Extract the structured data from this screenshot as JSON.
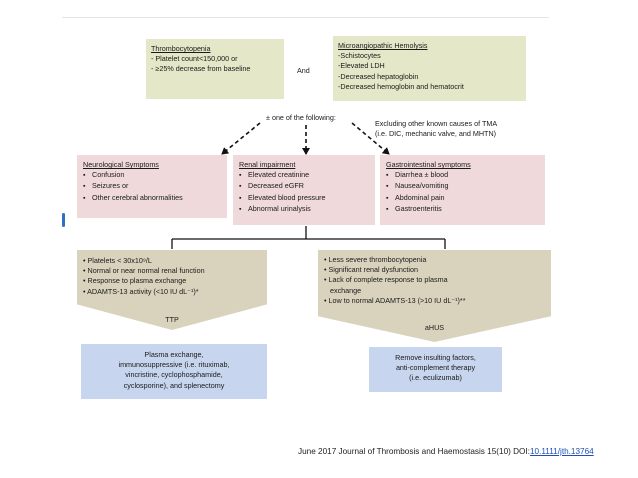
{
  "box_thrombocytopenia": {
    "title": "Thrombocytopenia",
    "lines": [
      "- Platelet count<150,000 or",
      "- ≥25% decrease from baseline"
    ]
  },
  "connector_and": "And",
  "box_mah": {
    "title": "Microangiopathic Hemolysis",
    "lines": [
      "-Schistocytes",
      "-Elevated LDH",
      "-Decreased hepatoglobin",
      "-Decreased hemoglobin and hematocrit"
    ]
  },
  "plus_minus_text": "± one of the following:",
  "excluding_text": [
    "Excluding other known causes of TMA",
    "(i.e. DIC, mechanic valve, and MHTN)"
  ],
  "box_neuro": {
    "title": "Neurological Symptoms",
    "items": [
      "Confusion",
      "Seizures or",
      "Other cerebral abnormalities"
    ]
  },
  "box_renal": {
    "title": "Renal impairment",
    "items": [
      "Elevated creatinine",
      "Decreased eGFR",
      "Elevated blood pressure",
      "Abnormal urinalysis"
    ]
  },
  "box_gi": {
    "title": "Gastrointestinal symptoms",
    "items": [
      "Diarrhea ± blood",
      "Nausea/vomiting",
      "Abdominal pain",
      "Gastroenteritis"
    ]
  },
  "box_ttp": {
    "items": [
      "• Platelets < 30x10⁹/L",
      "• Normal or near normal renal function",
      "• Response to plasma exchange",
      "• ADAMTS-13 activity (<10 IU dL⁻¹)*"
    ],
    "label": "TTP"
  },
  "box_ahus": {
    "items": [
      "• Less severe thrombocytopenia",
      "• Significant renal dysfunction",
      "• Lack of complete response to plasma",
      "exchange",
      "• Low to normal ADAMTS-13 (>10 IU dL⁻¹)**"
    ],
    "label": "aHUS"
  },
  "box_ttp_treatment": {
    "lines": [
      "Plasma exchange,",
      "immunosuppressive (i.e. rituximab,",
      "vincristine, cyclophosphamide,",
      "cyclosporine), and splenectomy"
    ]
  },
  "box_ahus_treatment": {
    "lines": [
      "Remove insulting factors,",
      "anti-complement therapy",
      "(i.e. eculizumab)"
    ]
  },
  "footer": {
    "citation": "June 2017 Journal of Thrombosis and Haemostasis 15(10)  DOI:",
    "doi": "10.1111/jth.13764"
  },
  "colors": {
    "green": "#e4e8c8",
    "pink": "#f0d9db",
    "tan": "#d9d2bd",
    "blue": "#c7d6ee",
    "link": "#1f4fb4"
  }
}
